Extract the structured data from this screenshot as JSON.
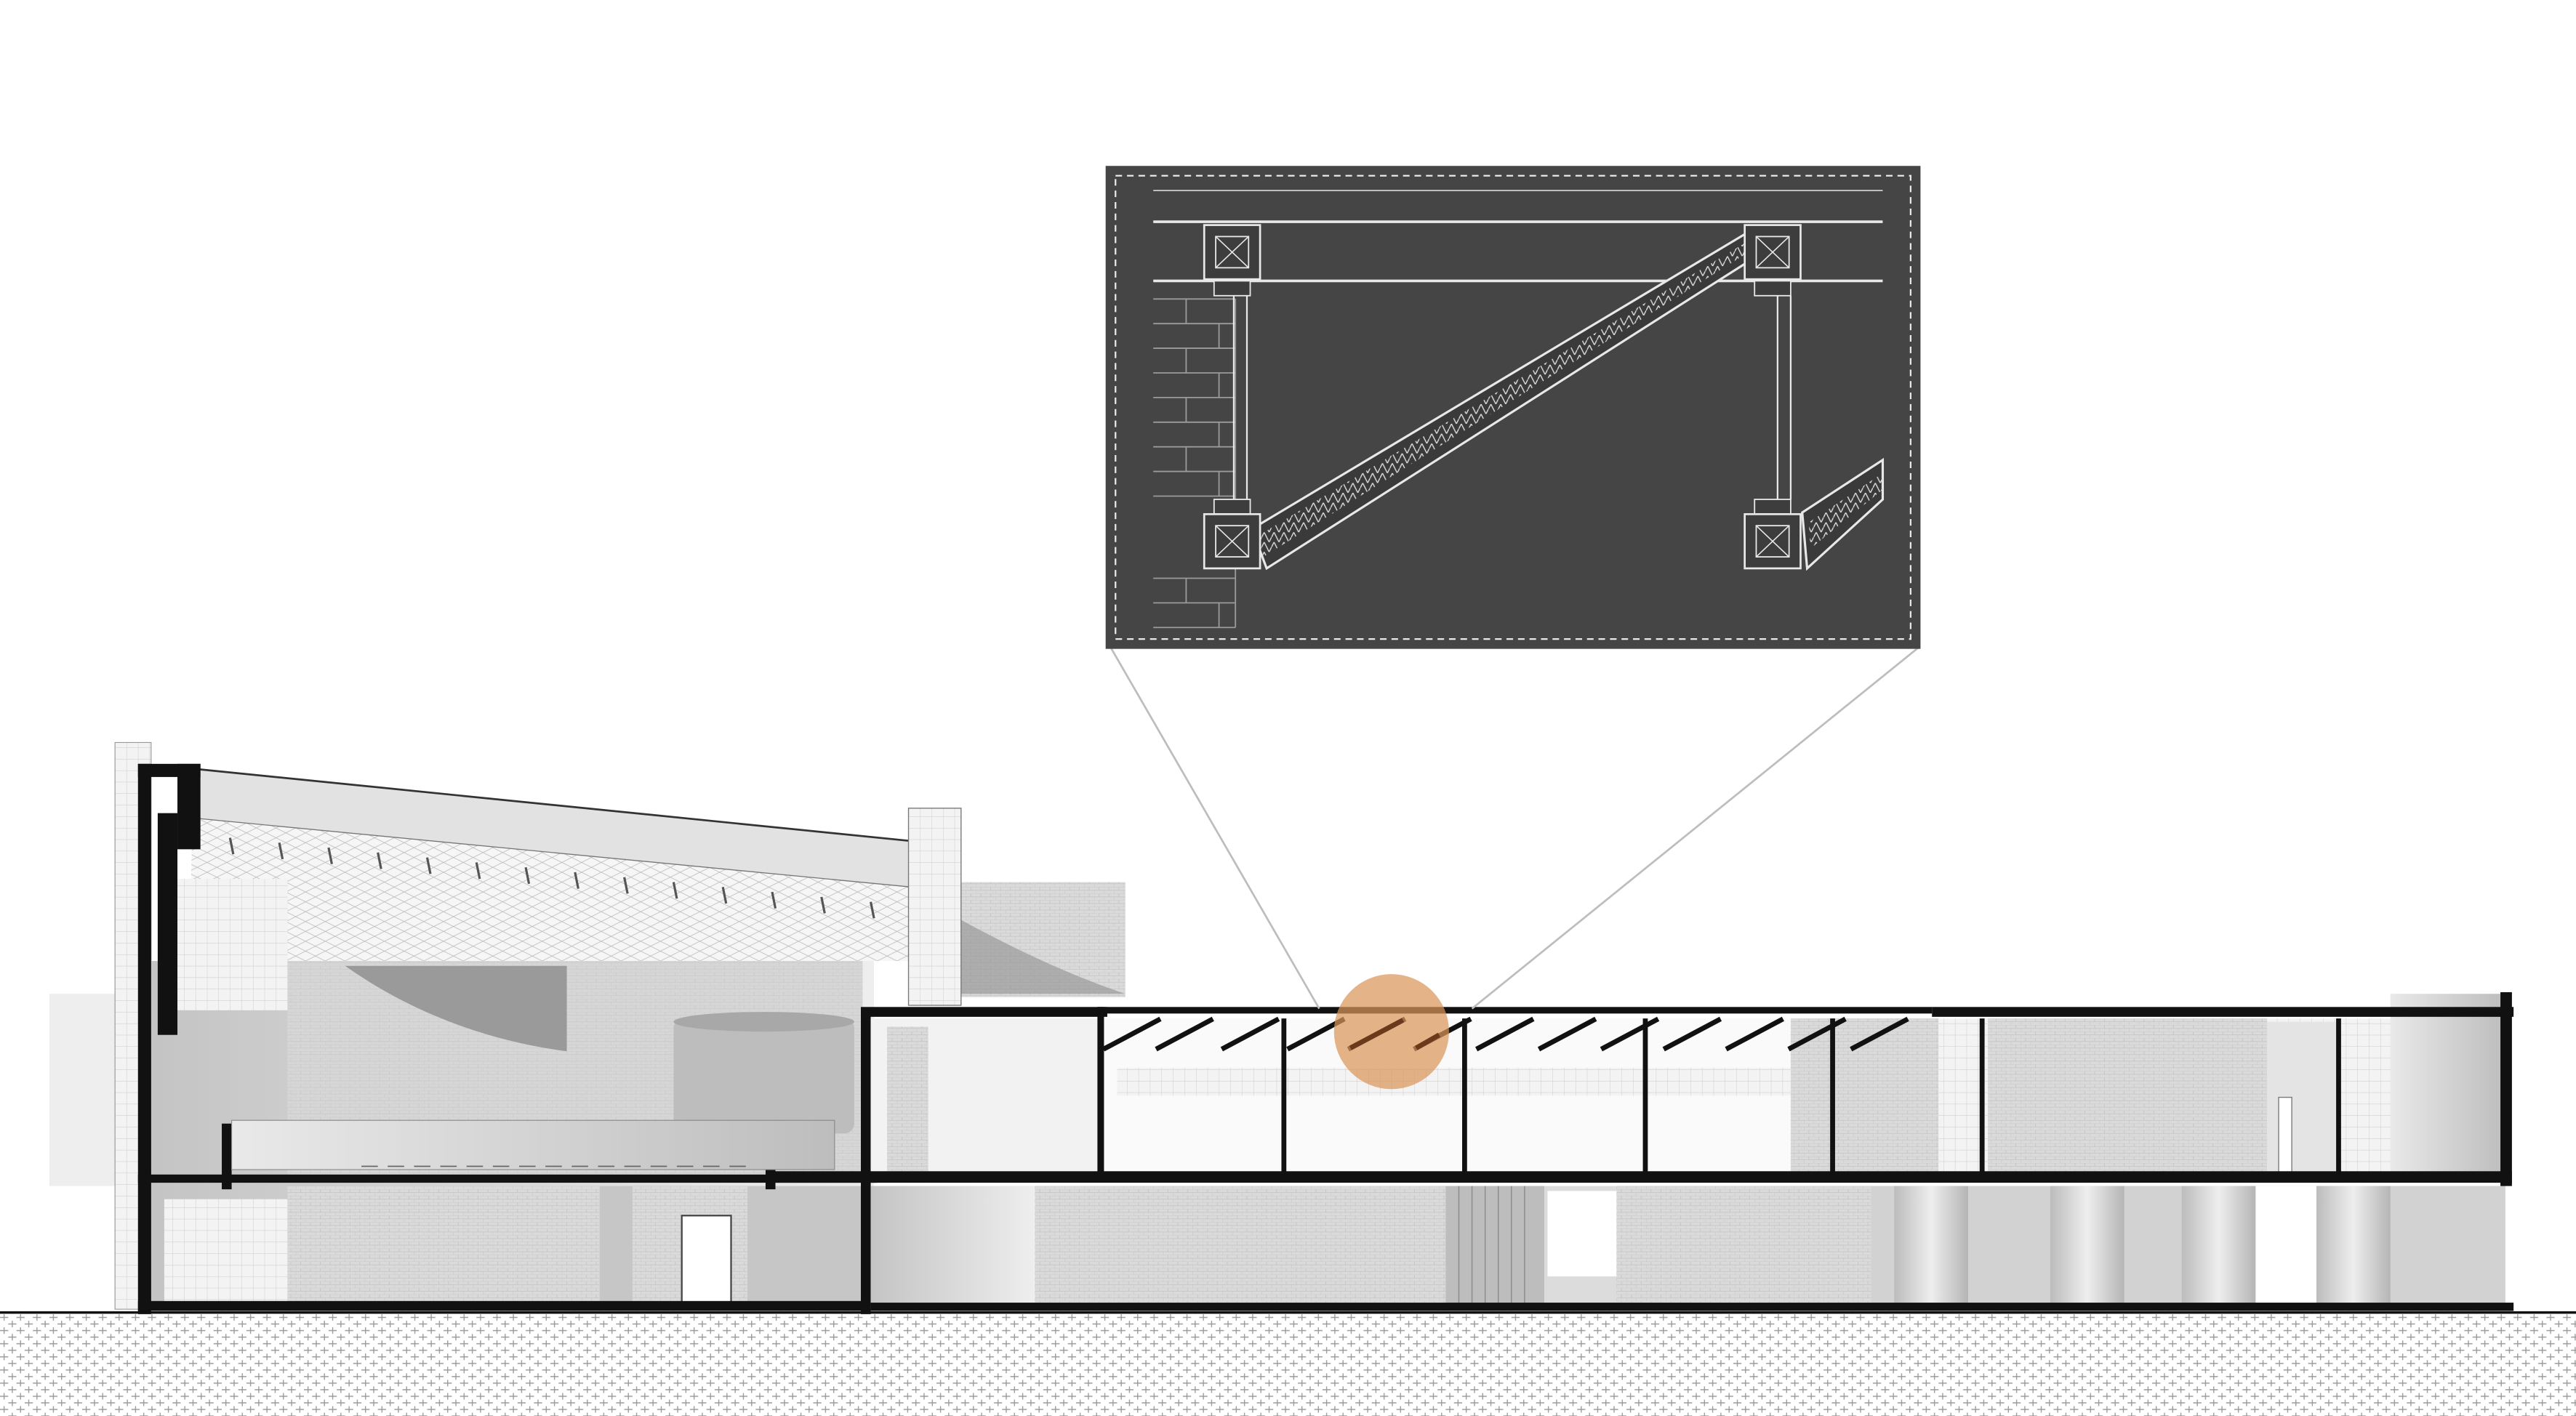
{
  "diagram": {
    "kind": "architectural-section-with-detail-callout",
    "colors": {
      "paper": "#ffffff",
      "ink": "#111111",
      "detail_panel": "#454545",
      "detail_line": "#e8e8e8",
      "leader_line": "#bdbdbd",
      "highlight": "#d9955a",
      "ground_hatch": "#9a9a9a",
      "wall_tone_light": "#eeeeee",
      "wall_tone_mid": "#cfcfcf",
      "wall_tone_dark": "#9d9d9d"
    },
    "icons": [
      "detail-callout",
      "highlight-circle",
      "ground-hatch"
    ]
  }
}
